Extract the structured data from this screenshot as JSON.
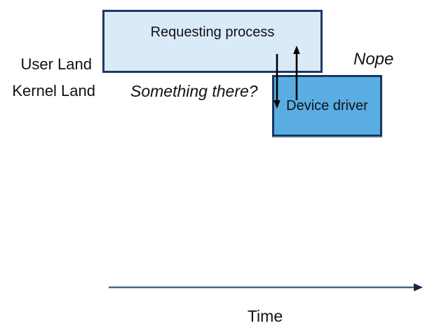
{
  "figure": {
    "boxes": {
      "requesting_process": {
        "label": "Requesting process",
        "fill": "#dbeaf7",
        "border": "#1f3864"
      },
      "device_driver": {
        "label": "Device driver",
        "fill": "#5aade3",
        "border": "#17375e"
      }
    },
    "row_labels": {
      "user_land": "User Land",
      "kernel_land": "Kernel Land"
    },
    "annotations": {
      "question": "Something there?",
      "answer": "Nope"
    },
    "arrows": {
      "color": "#000000"
    },
    "axis": {
      "label": "Time",
      "line_color": "#4a6585",
      "head_color": "#112a4c"
    }
  }
}
